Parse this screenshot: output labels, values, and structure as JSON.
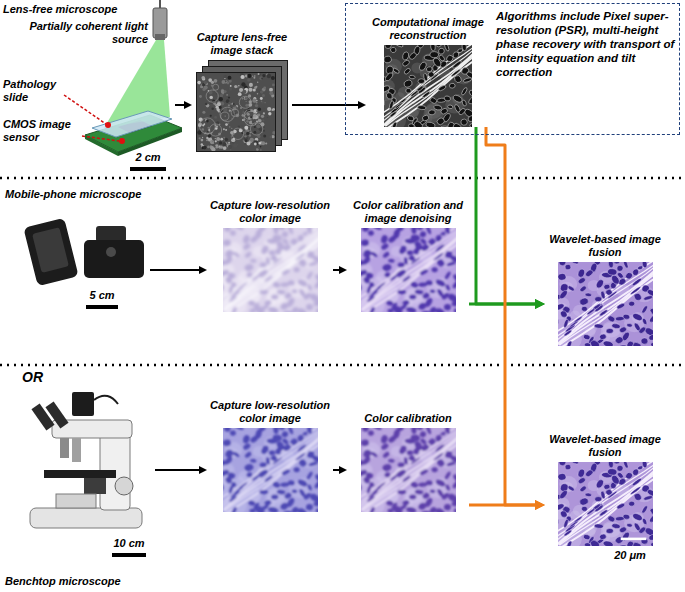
{
  "diagram": {
    "nodes": [
      {
        "text": [
          "Lens-free microscope"
        ]
      },
      {
        "text": [
          "Capture lens-free image stack"
        ]
      },
      {
        "text": [
          "Algorithms include Pixel super-resolution (PSR), multi-height phase recovery with transport of intensity equation and tilt correction"
        ]
      },
      {
        "text": [
          "Computational image reconstruction"
        ],
        "in": 2
      },
      {
        "text": [
          "Mobile-phone microscope"
        ]
      },
      {
        "text": [
          "Capture low-resolution color image"
        ]
      },
      {
        "text": [
          "Color calibration and image denoising"
        ]
      },
      {
        "text": [
          "Wavelet-based image fusion"
        ]
      },
      {
        "text": [
          "Benchtop microscope"
        ]
      },
      {
        "text": [
          "Capture low-resolution color image"
        ]
      },
      {
        "text": [
          "Color calibration"
        ]
      },
      {
        "text": [
          "Wavelet-based image fusion"
        ]
      }
    ],
    "edges": [
      {
        "from": 0,
        "to": 1,
        "arrow": "to"
      },
      {
        "from": 1,
        "to": 3,
        "arrow": "to"
      },
      {
        "from": 4,
        "to": 5,
        "arrow": "to"
      },
      {
        "from": 5,
        "to": 6,
        "arrow": "to"
      },
      {
        "from": 3,
        "to": 7,
        "arrow": "to"
      },
      {
        "from": 6,
        "to": 7,
        "arrow": "to"
      },
      {
        "from": 8,
        "to": 9,
        "arrow": "to"
      },
      {
        "from": 9,
        "to": 10,
        "arrow": "to"
      },
      {
        "from": 3,
        "to": 11,
        "arrow": "to"
      },
      {
        "from": 10,
        "to": 11,
        "arrow": "to"
      }
    ],
    "labels": [
      "Partially coherent light source",
      "Pathology slide",
      "CMOS image sensor",
      "2 cm",
      "5 cm",
      "OR",
      "10 cm",
      "20 μm"
    ]
  }
}
